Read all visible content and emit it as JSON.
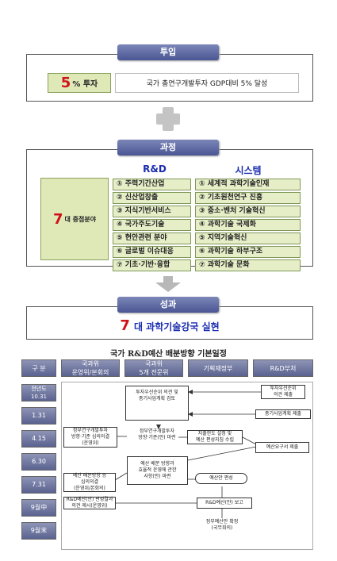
{
  "input_section": {
    "header": "투입",
    "highlight_num": "5",
    "highlight_rest": "% 투자",
    "description": "국가 총연구개발투자 GDP대비 5% 달성"
  },
  "process_section": {
    "header": "과정",
    "rd_title": "R&D",
    "system_title": "시스템",
    "key_num": "7",
    "key_rest": "대 중점분야",
    "rd_items": [
      "① 주력기간산업",
      "② 신산업창출",
      "③ 지식기반서비스",
      "④ 국가주도기술",
      "⑤ 현안관련 분야",
      "⑥ 글로벌 이슈대응",
      "⑦ 기초·기반·융합"
    ],
    "system_items": [
      "① 세계적 과학기술인재",
      "② 기초원천연구 진흥",
      "③ 중소·벤처 기술혁신",
      "④ 과학기술 국제화",
      "⑤ 지역기술혁신",
      "⑥ 과학기술 하부구조",
      "⑦ 과학기술 문화"
    ]
  },
  "outcome_section": {
    "header": "성과",
    "big_num": "7",
    "big_rest": "대 과학기술강국 실현"
  },
  "schedule": {
    "title": "국가 R&D예산 배분방향 기본일정",
    "col_headers": [
      "구 분",
      "국과위\n운영위/본회의",
      "국과위\n5개 전문위",
      "기획재정부",
      "R&D부처"
    ],
    "rows": [
      "전년도\n10.31",
      "1.31",
      "4.15",
      "6.30",
      "7.31",
      "9월中",
      "9월末"
    ],
    "boxes": {
      "b1": "투자우선순위 의견 및\n중기사업계획 검토",
      "b1b": "정부연구개발투자\n방향·기준(안) 마련",
      "b2": "투자우선순위\n의견 제출",
      "b3": "중기사업계획 제출",
      "b4": "정부연구개발투자\n방향·기준 심의의결\n(운영위)",
      "b5": "지출한도 설정 및\n예산 편성지침 수립",
      "b6": "예산요구서 제출",
      "b7": "예산 배분 방향과\n효율적 운영에 관한\n사항(안) 마련",
      "b8": "예산 배분방향 등\n심의의결\n(운영위/본회의)",
      "b9": "예산안 편성",
      "b10": "R&D예산(안) 편성결과\n의견 제시(운영위)",
      "b11": "R&D예산(안) 보고",
      "b12": "정부예산안 확정\n(국무회의)"
    }
  }
}
